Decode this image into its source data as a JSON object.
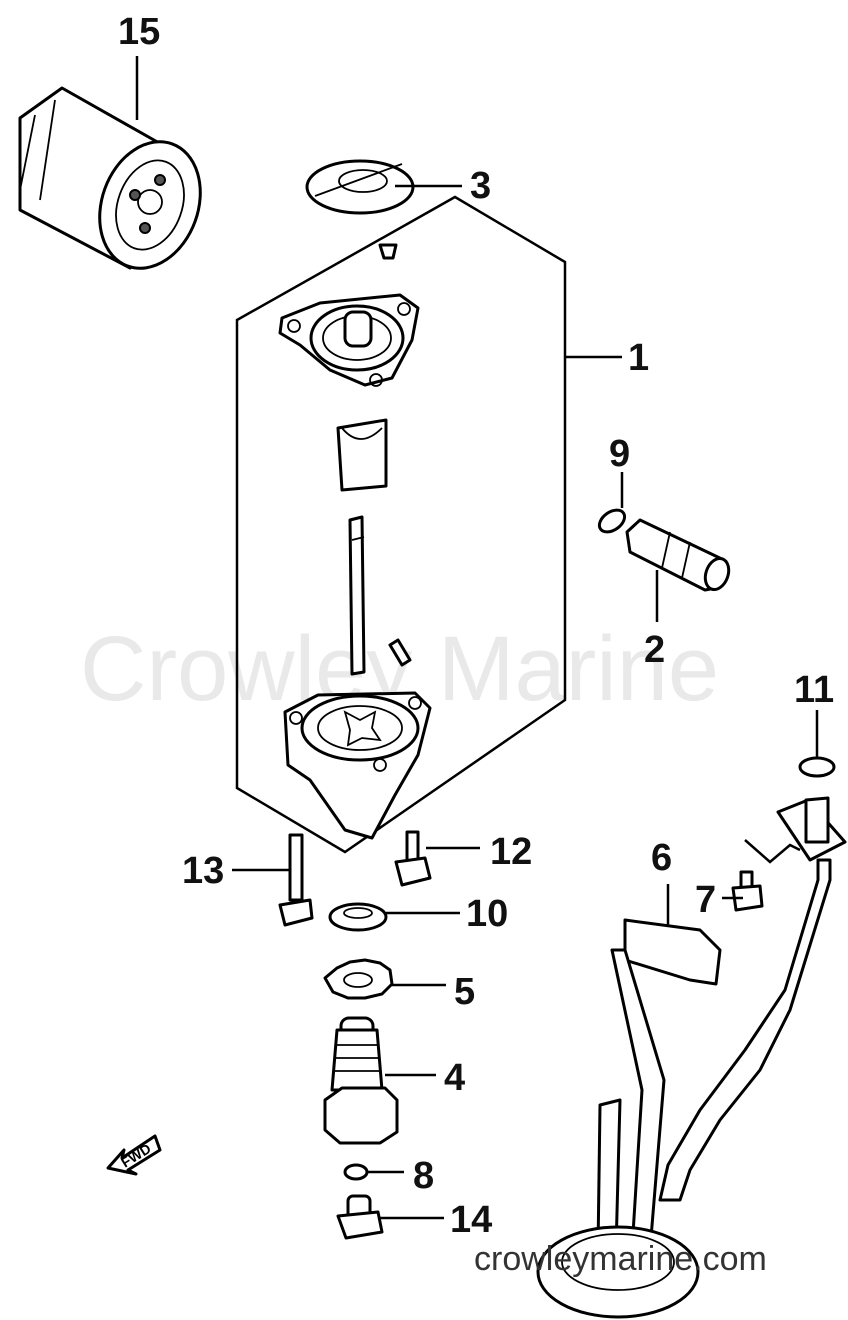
{
  "watermark": "Crowley Marine",
  "site_url": "crowleymarine.com",
  "fwd_label": "FWD",
  "callouts": {
    "c1": "1",
    "c2": "2",
    "c3": "3",
    "c4": "4",
    "c5": "5",
    "c6": "6",
    "c7": "7",
    "c8": "8",
    "c9": "9",
    "c10": "10",
    "c11": "11",
    "c12": "12",
    "c13": "13",
    "c14": "14",
    "c15": "15"
  }
}
